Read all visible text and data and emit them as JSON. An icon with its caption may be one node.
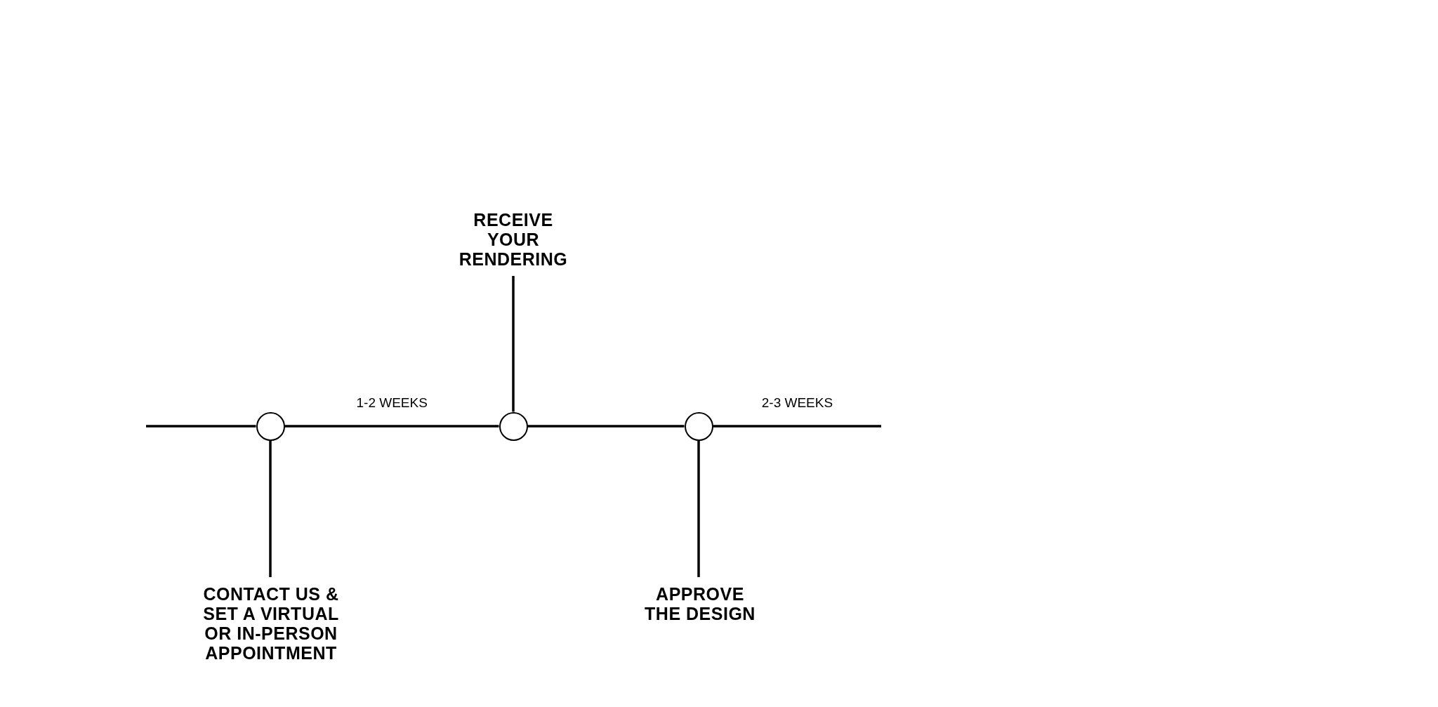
{
  "diagram": {
    "nodes": [
      {
        "text": [
          "RECEIVE YOUR RENDERING"
        ]
      },
      {
        "text": [],
        "shape": "circle"
      },
      {
        "text": [],
        "shape": "circle"
      },
      {
        "text": [],
        "shape": "circle"
      },
      {
        "text": [
          "CONTACT US & SET A VIRTUAL OR IN-PERSON APPOINTMENT"
        ]
      },
      {
        "text": [
          "APPROVE THE DESIGN"
        ]
      }
    ],
    "edges": [
      {
        "from": null,
        "to": 1,
        "arrow": "none"
      },
      {
        "from": 1,
        "to": 2,
        "arrow": "none",
        "label": "1-2 WEEKS"
      },
      {
        "from": 2,
        "to": 3,
        "arrow": "none"
      },
      {
        "from": 3,
        "to": null,
        "arrow": "none",
        "label": "2-3 WEEKS"
      },
      {
        "from": 1,
        "to": 4,
        "arrow": "none"
      },
      {
        "from": 2,
        "to": 0,
        "arrow": "none"
      },
      {
        "from": 3,
        "to": 5,
        "arrow": "none"
      }
    ]
  }
}
